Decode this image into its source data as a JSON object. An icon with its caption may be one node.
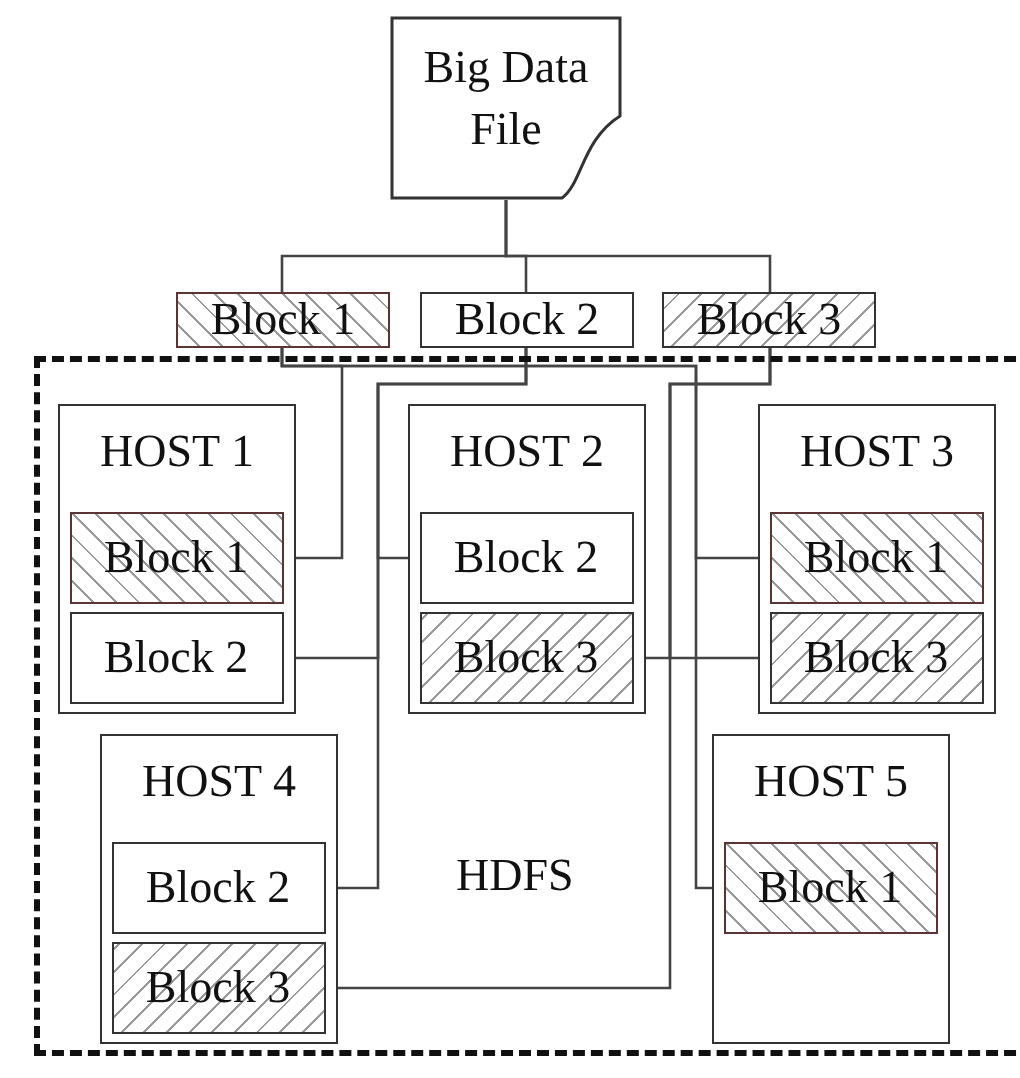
{
  "diagram": {
    "nodes": [
      {
        "text": [
          "Big Data File"
        ]
      },
      {
        "text": [
          "Block 1"
        ]
      },
      {
        "text": [
          "Block 2"
        ]
      },
      {
        "text": [
          "Block 3"
        ]
      },
      {
        "text": [
          "HDFS"
        ]
      },
      {
        "text": [
          "HOST 1"
        ],
        "in": 4
      },
      {
        "text": [
          "Block 1"
        ],
        "in": 5
      },
      {
        "text": [
          "Block 2"
        ],
        "in": 5
      },
      {
        "text": [
          "HOST 2"
        ],
        "in": 4
      },
      {
        "text": [
          "Block 2"
        ],
        "in": 8
      },
      {
        "text": [
          "Block 3"
        ],
        "in": 8
      },
      {
        "text": [
          "HOST 3"
        ],
        "in": 4
      },
      {
        "text": [
          "Block 1"
        ],
        "in": 11
      },
      {
        "text": [
          "Block 3"
        ],
        "in": 11
      },
      {
        "text": [
          "HOST 4"
        ],
        "in": 4
      },
      {
        "text": [
          "Block 2"
        ],
        "in": 14
      },
      {
        "text": [
          "Block 3"
        ],
        "in": 14
      },
      {
        "text": [
          "HOST 5"
        ],
        "in": 4
      },
      {
        "text": [
          "Block 1"
        ],
        "in": 17
      }
    ],
    "edges": [
      {
        "from": 0,
        "to": 1,
        "arrow": "none"
      },
      {
        "from": 0,
        "to": 2,
        "arrow": "none"
      },
      {
        "from": 0,
        "to": 3,
        "arrow": "none"
      },
      {
        "from": 1,
        "to": 6,
        "arrow": "none"
      },
      {
        "from": 1,
        "to": 12,
        "arrow": "none"
      },
      {
        "from": 1,
        "to": 18,
        "arrow": "none"
      },
      {
        "from": 2,
        "to": 9,
        "arrow": "none"
      },
      {
        "from": 2,
        "to": 7,
        "arrow": "none"
      },
      {
        "from": 2,
        "to": 15,
        "arrow": "none"
      },
      {
        "from": 3,
        "to": 10,
        "arrow": "none"
      },
      {
        "from": 3,
        "to": 13,
        "arrow": "none"
      },
      {
        "from": 3,
        "to": 16,
        "arrow": "none"
      }
    ]
  }
}
